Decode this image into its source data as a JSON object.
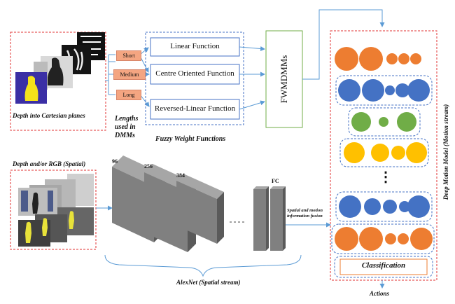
{
  "top": {
    "depth_caption": "Depth into Cartesian planes",
    "lengths": [
      "Short",
      "Medium",
      "Long"
    ],
    "lengths_caption": [
      "Lengths",
      "used in",
      "DMMs"
    ],
    "functions": [
      "Linear Function",
      "Centre Oriented Function",
      "Reversed-Linear Function"
    ],
    "functions_caption": "Fuzzy Weight Functions",
    "fwdmm_label": "FWMDMMs"
  },
  "bottom": {
    "spatial_caption": "Depth and/or RGB (Spatial)",
    "layers": [
      "96",
      "256",
      "384"
    ],
    "fc_label": "FC",
    "fusion_label": [
      "Spatial and motion",
      "information fusion"
    ],
    "alexnet_caption": "AlexNet (Spatial stream)"
  },
  "right": {
    "model_caption": "Deep Motion Model (Motion stream)",
    "ellipsis": "⋮",
    "classification": "Classification",
    "actions": "Actions"
  },
  "colors": {
    "orange": "#ed7d31",
    "blue": "#4472c4",
    "green": "#70ad47",
    "yellow": "#ffc000",
    "red_dash": "#e03030",
    "arrow": "#5b9bd5"
  }
}
